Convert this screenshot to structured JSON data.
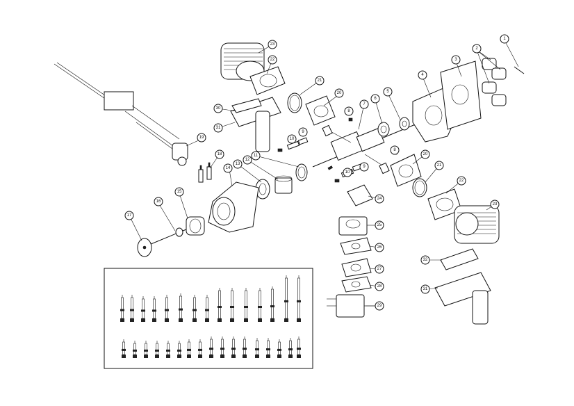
{
  "diagram": {
    "callouts": [
      "1",
      "2",
      "3",
      "4",
      "5",
      "6",
      "7",
      "8",
      "8",
      "9",
      "9",
      "10",
      "10",
      "11",
      "12",
      "13",
      "14",
      "15",
      "16",
      "17",
      "18",
      "19",
      "20",
      "20",
      "21",
      "21",
      "22",
      "22",
      "23",
      "23",
      "24",
      "25",
      "26",
      "27",
      "28",
      "29",
      "30",
      "31",
      "31",
      "32"
    ]
  },
  "colors": {
    "line": "#111111",
    "background": "#ffffff"
  }
}
